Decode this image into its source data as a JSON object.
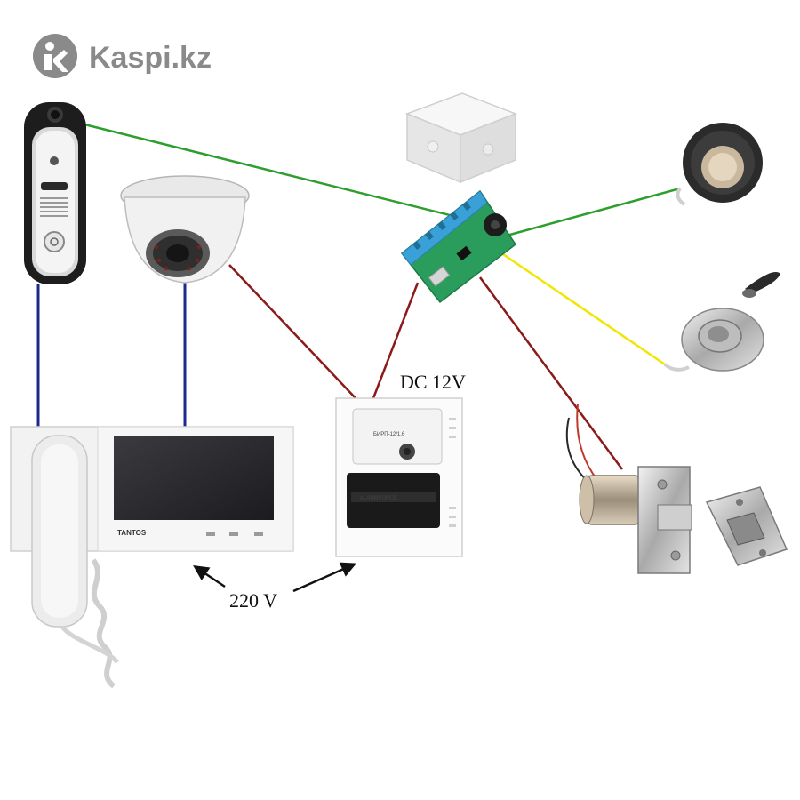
{
  "watermark": {
    "text": "Kaspi.kz",
    "icon": "kaspi-logo-icon"
  },
  "labels": {
    "dc": "DC 12V",
    "ac": "220 V"
  },
  "monitor": {
    "brand": "TANTOS"
  },
  "psu": {
    "battery_brand": "ALARMFORCE",
    "panel_title": "БИРП-12/1,6"
  },
  "colors": {
    "green_wire": "#2e9e2e",
    "blue_wire": "#1b2a8c",
    "red_wire": "#8b1a1a",
    "yellow_wire": "#f0e600",
    "board": "#2a9d5c",
    "terminal": "#3aa0d8"
  },
  "icons": [
    "kaspi-logo-icon",
    "door-panel-icon",
    "dome-camera-icon",
    "junction-box-icon",
    "exit-button-icon",
    "key-reader-icon",
    "controller-board-icon",
    "power-supply-icon",
    "video-monitor-icon",
    "electric-lock-icon",
    "strike-plate-icon"
  ]
}
